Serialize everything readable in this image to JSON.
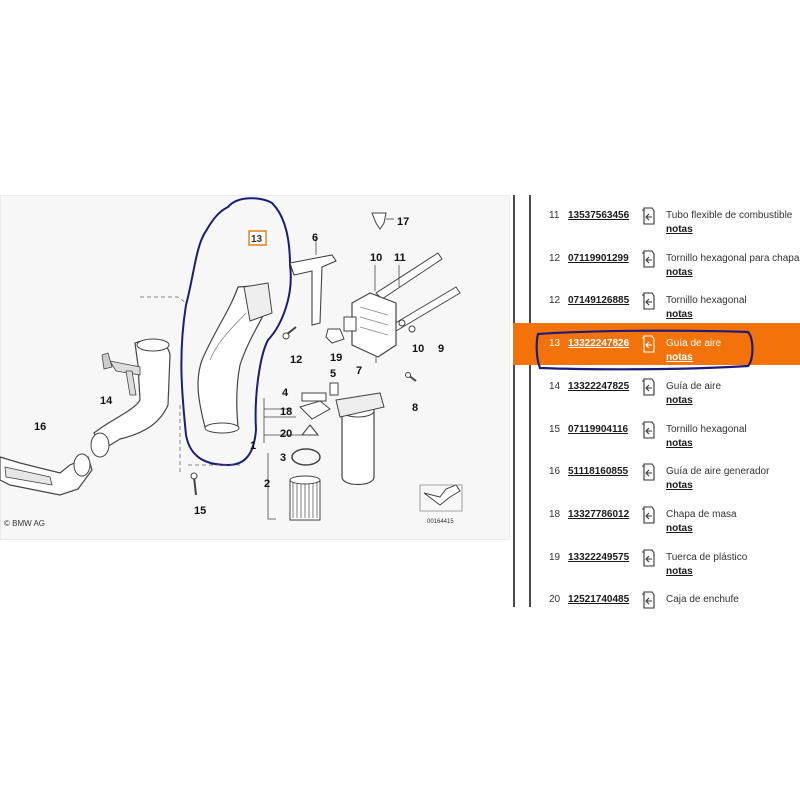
{
  "diagram": {
    "callouts": [
      "17",
      "6",
      "10",
      "11",
      "13",
      "12",
      "7",
      "19",
      "5",
      "10",
      "9",
      "4",
      "18",
      "8",
      "14",
      "16",
      "20",
      "1",
      "3",
      "2",
      "15"
    ],
    "highlighted_callout": "13",
    "copyright": "© BMW AG",
    "drawing_number": "00164415",
    "zoom_icon": "magnifier-plus-icon"
  },
  "parts": {
    "columns": [
      "index",
      "part_number",
      "cart",
      "description",
      "notes"
    ],
    "cart_icon": "cart-arrow-icon",
    "selected_index": 3,
    "selection_color": "#f4720a",
    "rows": [
      {
        "pos": "11",
        "number": "13537563456",
        "description": "Tubo flexible de combustible",
        "notes": "notas"
      },
      {
        "pos": "12",
        "number": "07119901299",
        "description": "Tornillo hexagonal para chapa",
        "notes": "notas"
      },
      {
        "pos": "12",
        "number": "07149126885",
        "description": "Tornillo hexagonal",
        "notes": "notas"
      },
      {
        "pos": "13",
        "number": "13322247826",
        "description": "Guía de aire",
        "notes": "notas"
      },
      {
        "pos": "14",
        "number": "13322247825",
        "description": "Guía de aire",
        "notes": "notas"
      },
      {
        "pos": "15",
        "number": "07119904116",
        "description": "Tornillo hexagonal",
        "notes": "notas"
      },
      {
        "pos": "16",
        "number": "51118160855",
        "description": "Guía de aire generador",
        "notes": "notas"
      },
      {
        "pos": "18",
        "number": "13327786012",
        "description": "Chapa de masa",
        "notes": "notas"
      },
      {
        "pos": "19",
        "number": "13322249575",
        "description": "Tuerca de plástico",
        "notes": "notas"
      },
      {
        "pos": "20",
        "number": "12521740485",
        "description": "Caja de enchufe",
        "notes": ""
      }
    ]
  }
}
